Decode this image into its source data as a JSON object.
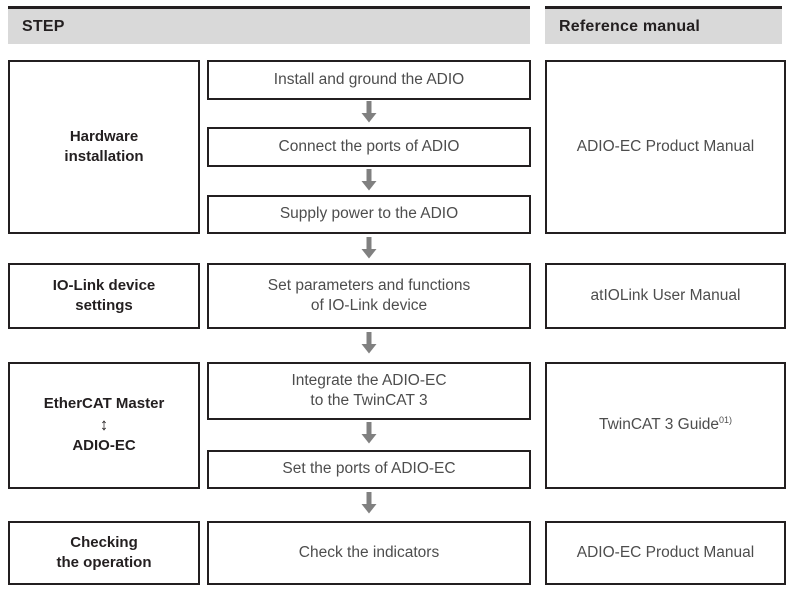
{
  "header": {
    "step_title": "STEP",
    "manual_title": "Reference manual"
  },
  "colors": {
    "header_background": "#d9d9d9",
    "border": "#231f20",
    "arrow": "#808080",
    "body_text": "#4d4d4d",
    "heading_text": "#231f20"
  },
  "rows": [
    {
      "step": "Hardware\ninstallation",
      "step_line1": "Hardware",
      "step_line2": "installation",
      "actions": [
        "Install and ground the ADIO",
        "Connect the ports of ADIO",
        "Supply power to the ADIO"
      ],
      "reference": "ADIO-EC Product Manual"
    },
    {
      "step_line1": "IO-Link device",
      "step_line2": "settings",
      "actions_multiline": [
        [
          "Set parameters and functions",
          "of IO-Link device"
        ]
      ],
      "reference": "atIOLink User Manual"
    },
    {
      "step_line1": "EtherCAT Master",
      "step_arrow": "↕",
      "step_line2": "ADIO-EC",
      "actions_multiline": [
        [
          "Integrate the ADIO-EC",
          "to the TwinCAT 3"
        ],
        [
          "Set the ports of ADIO-EC"
        ]
      ],
      "reference": "TwinCAT 3 Guide",
      "reference_superscript": "01)"
    },
    {
      "step_line1": "Checking",
      "step_line2": "the operation",
      "actions": [
        "Check the indicators"
      ],
      "reference": "ADIO-EC Product Manual"
    }
  ],
  "arrows": {
    "icon_name": "down-block-arrow",
    "count": 7,
    "direction": "down"
  }
}
